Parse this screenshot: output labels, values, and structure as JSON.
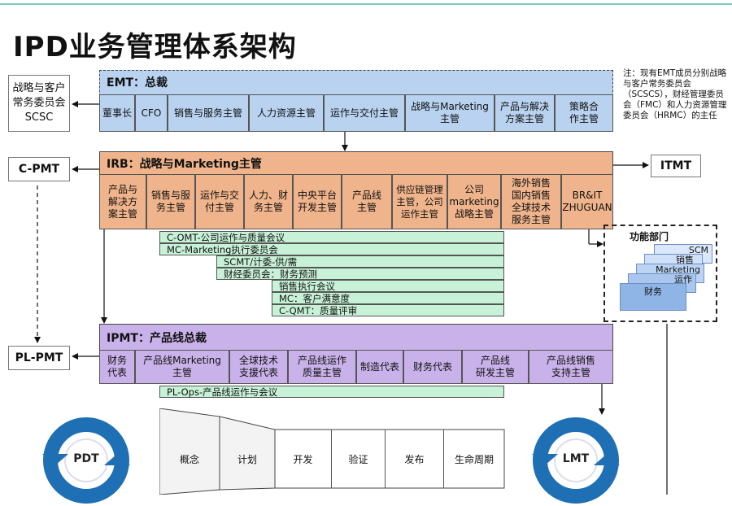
{
  "title": "IPD业务管理体系架构",
  "note": "注：现有EMT成员分别战略与客户常务委员会（SCSCS），财经管理委员会（FMC）和人力资源管理委员会（HRMC）的主任",
  "left_boxes": {
    "scsc": "战略与客户常务委员会SCSC",
    "cpmt": "C-PMT",
    "plpmt": "PL-PMT"
  },
  "itmt": "ITMT",
  "emt": {
    "header": "EMT：总裁",
    "cells": [
      "董事长",
      "CFO",
      "销售与服务主管",
      "人力资源主管",
      "运作与交付主管",
      "战略与Marketing\n主管",
      "产品与解决\n方案主管",
      "策略合\n作主管"
    ]
  },
  "irb": {
    "header": "IRB：战略与Marketing主管",
    "cells": [
      "产品与\n解决方\n案主管",
      "销售与服\n务主管",
      "运作与交\n付主管",
      "人力、财\n务主管",
      "中央平台\n开发主管",
      "产品线\n主管",
      "供应链管理\n主管，公司\n运作主管",
      "公司\nmarketing\n战略主管",
      "海外销售\n国内销售\n全球技术\n服务主管",
      "BR&IT\nZHUGUAN"
    ]
  },
  "meetings": [
    "C-OMT-公司运作与质量会议",
    "MC-Marketing执行委员会",
    "SCMT/计委-供/需",
    "财经委员会：财务预测",
    "销售执行会议",
    "MC：客户满意度",
    "C-QMT：质量评审"
  ],
  "functions": {
    "title": "功能部门",
    "items": [
      "SCM",
      "销售",
      "Marketing",
      "运作",
      "财务"
    ]
  },
  "ipmt": {
    "header": "IPMT：产品线总裁",
    "cells": [
      "财务\n代表",
      "产品线Marketing\n主管",
      "全球技术\n支援代表",
      "产品线运作\n质量主管",
      "制造代表",
      "财务代表",
      "产品线\n研发主管",
      "产品线销售\n支持主管"
    ]
  },
  "pl_ops": "PL-Ops-产品线运作与会议",
  "stages": [
    "概念",
    "计划",
    "开发",
    "验证",
    "发布",
    "生命周期"
  ],
  "pdt": "PDT",
  "lmt": "LMT",
  "colors": {
    "emt": "#b8d2f0",
    "irb": "#f0b48c",
    "ipmt": "#c9b2ea",
    "meeting": "#c8f2d8",
    "circle": "#1e6fb3"
  }
}
